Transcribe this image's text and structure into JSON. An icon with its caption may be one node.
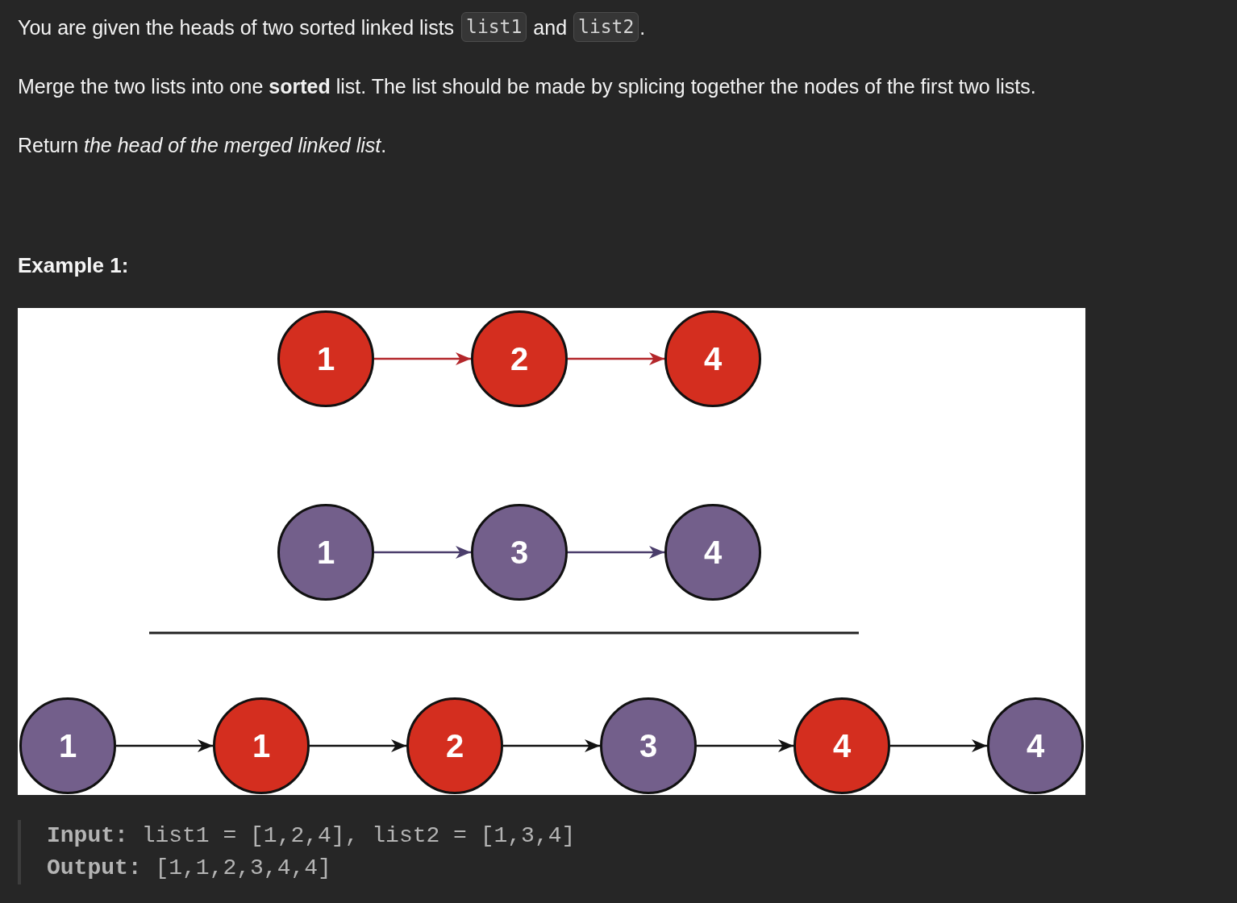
{
  "diagram": {
    "nodes": [
      {
        "text": [
          "1"
        ]
      },
      {
        "text": [
          "2"
        ]
      },
      {
        "text": [
          "4"
        ]
      },
      {
        "text": [
          "1"
        ]
      },
      {
        "text": [
          "3"
        ]
      },
      {
        "text": [
          "4"
        ]
      },
      {
        "text": [
          "1"
        ]
      },
      {
        "text": [
          "1"
        ]
      },
      {
        "text": [
          "2"
        ]
      },
      {
        "text": [
          "3"
        ]
      },
      {
        "text": [
          "4"
        ]
      },
      {
        "text": [
          "4"
        ]
      }
    ],
    "edges": [
      {
        "from": 0,
        "to": 1,
        "arrow": "to",
        "color": "#b3262a"
      },
      {
        "from": 1,
        "to": 2,
        "arrow": "to",
        "color": "#b3262a"
      },
      {
        "from": 3,
        "to": 4,
        "arrow": "to",
        "color": "#4a3d6b"
      },
      {
        "from": 4,
        "to": 5,
        "arrow": "to",
        "color": "#4a3d6b"
      },
      {
        "from": 6,
        "to": 7,
        "arrow": "to"
      },
      {
        "from": 7,
        "to": 8,
        "arrow": "to"
      },
      {
        "from": 8,
        "to": 9,
        "arrow": "to"
      },
      {
        "from": 9,
        "to": 10,
        "arrow": "to"
      },
      {
        "from": 10,
        "to": 11,
        "arrow": "to"
      }
    ],
    "labels": [
      "You are given the heads of two sorted linked lists",
      "list1",
      "and",
      "list2",
      ".",
      "Merge the two lists into one **sorted** list. The list should be made by splicing together the nodes of the first two lists.",
      "Return *the head of the merged linked list*.",
      "Example 1:",
      "**Input:** list1 = [1,2,4], list2 = [1,3,4]",
      "**Output:** [1,1,2,3,4,4]"
    ]
  }
}
